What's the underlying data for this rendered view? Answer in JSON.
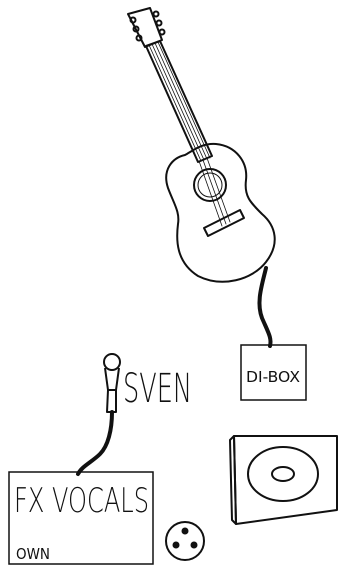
{
  "labels": {
    "performer": "SVEN",
    "di_box": "DI-BOX",
    "fx_title": "FX VOCALS",
    "fx_sub": "OWN"
  },
  "icons": {
    "guitar": "acoustic-guitar-icon",
    "microphone": "microphone-icon",
    "xlr": "xlr-connector-icon",
    "monitor": "stage-monitor-speaker-icon"
  },
  "colors": {
    "stroke": "#111111",
    "background": "#ffffff"
  }
}
